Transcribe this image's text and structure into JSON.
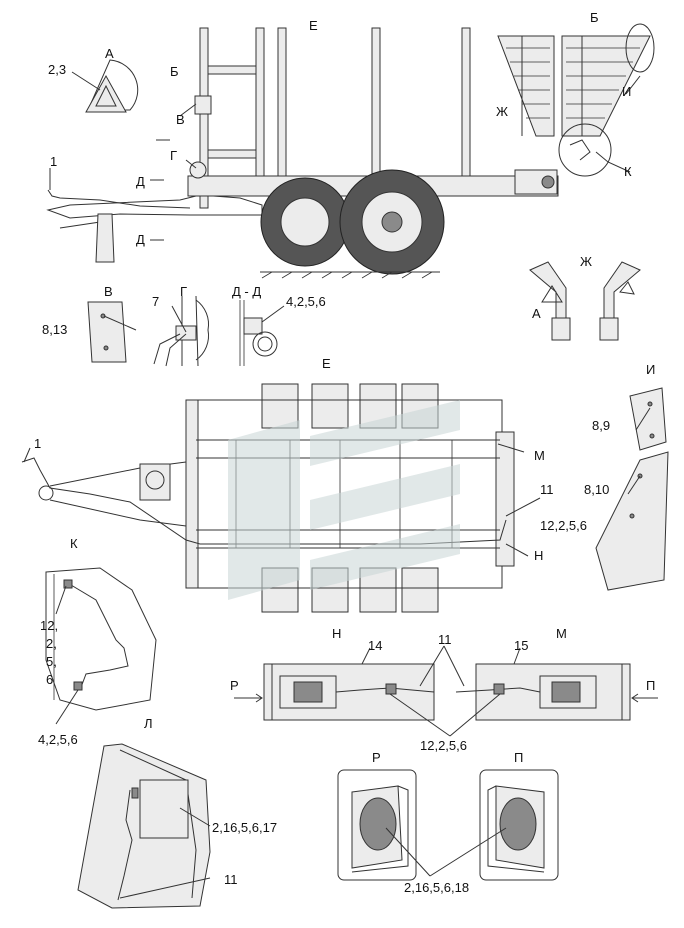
{
  "labels": {
    "A": "А",
    "B": "Б",
    "V": "В",
    "G": "Г",
    "D": "Д",
    "DD": "Д - Д",
    "E": "Е",
    "ZH": "Ж",
    "I": "И",
    "K": "К",
    "L": "Л",
    "M": "М",
    "N": "Н",
    "R": "Р",
    "P": "П"
  },
  "callouts": {
    "c23": "2,3",
    "c1": "1",
    "c813": "8,13",
    "c7": "7",
    "c4256": "4,2,5,6",
    "c89": "8,9",
    "c810": "8,10",
    "c11": "11",
    "c12256": "12,2,5,6",
    "c12": "12,",
    "c2": "2,",
    "c5": "5,",
    "c6": "6",
    "c14": "14",
    "c15": "15",
    "c2165617": "2,16,5,6,17",
    "c2165618": "2,16,5,6,18"
  },
  "colors": {
    "line": "#333333",
    "fill_light": "#ececec",
    "fill_dark": "#8a8a8a",
    "watermark": "#c9d6d6"
  }
}
